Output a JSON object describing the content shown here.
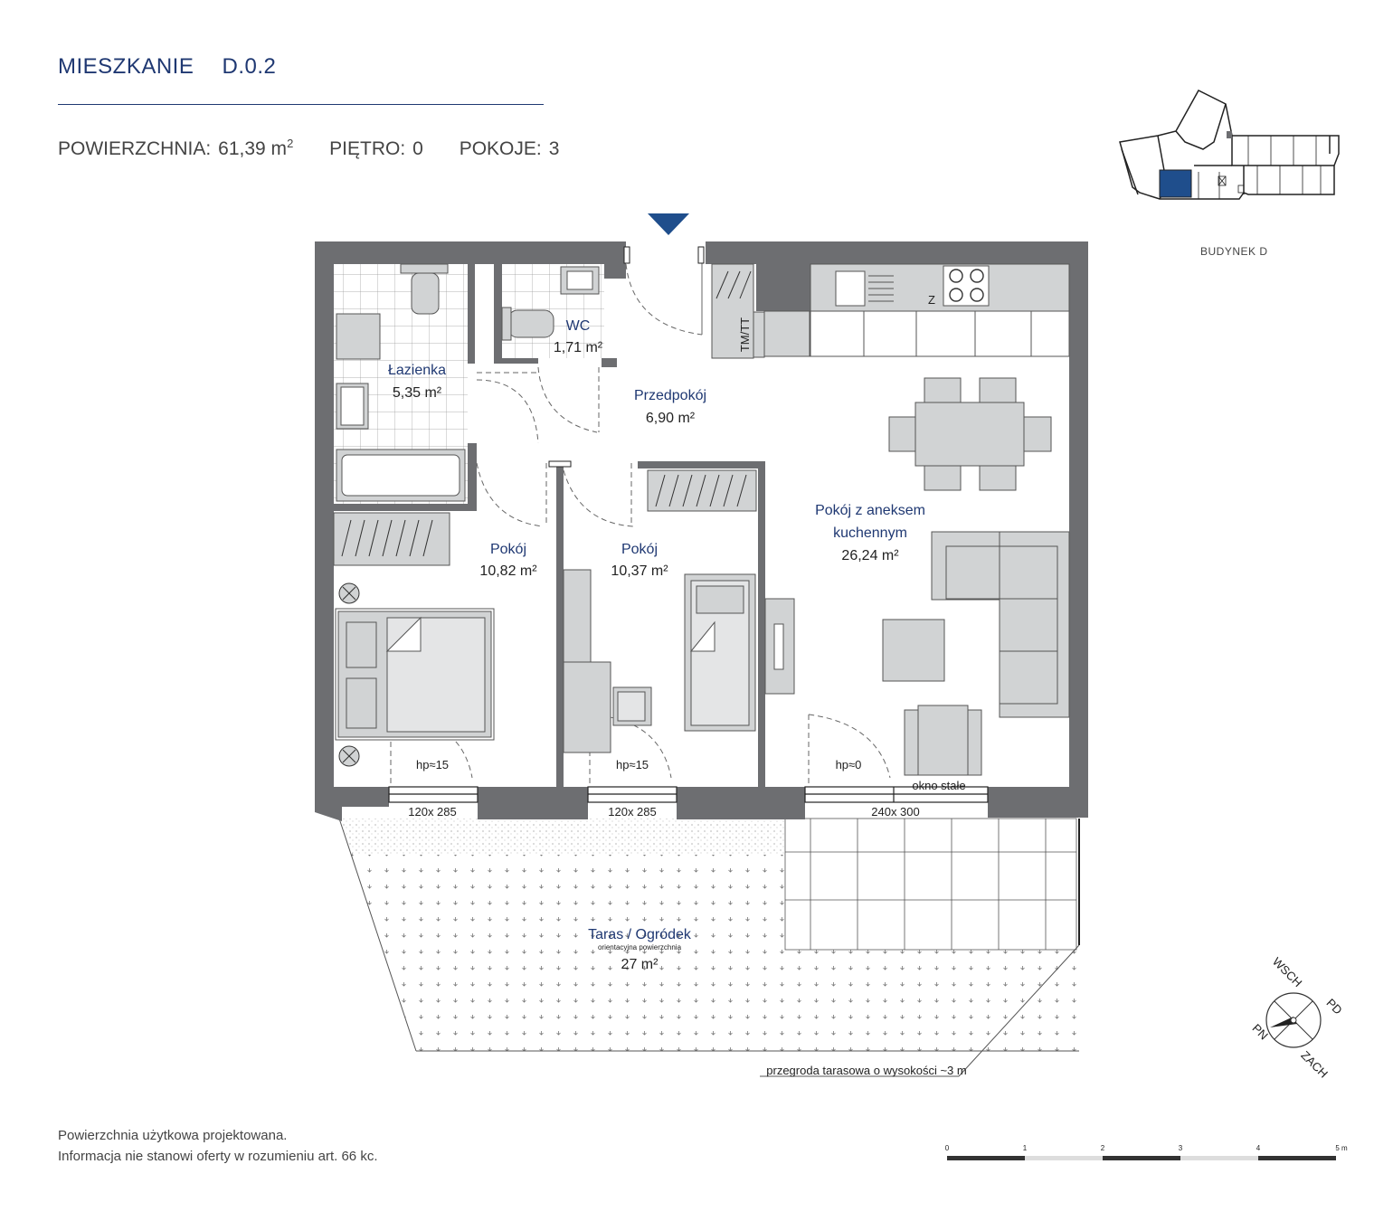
{
  "header": {
    "title_word": "MIESZKANIE",
    "unit_code": "D.0.2",
    "area_label": "POWIERZCHNIA:",
    "area_value": "61,39 m",
    "floor_label": "PIĘTRO:",
    "floor_value": "0",
    "rooms_label": "POKOJE:",
    "rooms_value": "3"
  },
  "building": {
    "label": "BUDYNEK D"
  },
  "rooms": {
    "bathroom": {
      "name": "Łazienka",
      "area": "5,35 m²"
    },
    "wc": {
      "name": "WC",
      "area": "1,71 m²"
    },
    "hall": {
      "name": "Przedpokój",
      "area": "6,90 m²"
    },
    "room1": {
      "name": "Pokój",
      "area": "10,82 m²"
    },
    "room2": {
      "name": "Pokój",
      "area": "10,37 m²"
    },
    "living": {
      "name_line1": "Pokój z aneksem",
      "name_line2": "kuchennym",
      "area": "26,24 m²"
    },
    "terrace": {
      "name": "Taras / Ogródek",
      "note": "orientacyjna powierzchnia",
      "area": "27 m²"
    }
  },
  "labels": {
    "tm_tt": "TM/TT",
    "stove": "Z",
    "hp1": "hp≈15",
    "hp2": "hp≈15",
    "hp3": "hp≈0",
    "fixed_window": "okno stałe",
    "win1": "120x 285",
    "win2": "120x 285",
    "win3": "240x 300",
    "partition": "przegroda tarasowa o wysokości ~3 m"
  },
  "compass": {
    "n": "PN",
    "e": "WSCH",
    "s": "PD",
    "w": "ZACH"
  },
  "scale": {
    "ticks": [
      "0",
      "1",
      "2",
      "3",
      "4",
      "5 m"
    ]
  },
  "footer": {
    "line1": "Powierzchnia użytkowa projektowana.",
    "line2": "Informacja nie stanowi oferty w rozumieniu art. 66 kc."
  },
  "colors": {
    "accent": "#1f3872",
    "wall": "#6d6e71",
    "furniture": "#d1d3d4",
    "marker": "#1f4e8c"
  }
}
